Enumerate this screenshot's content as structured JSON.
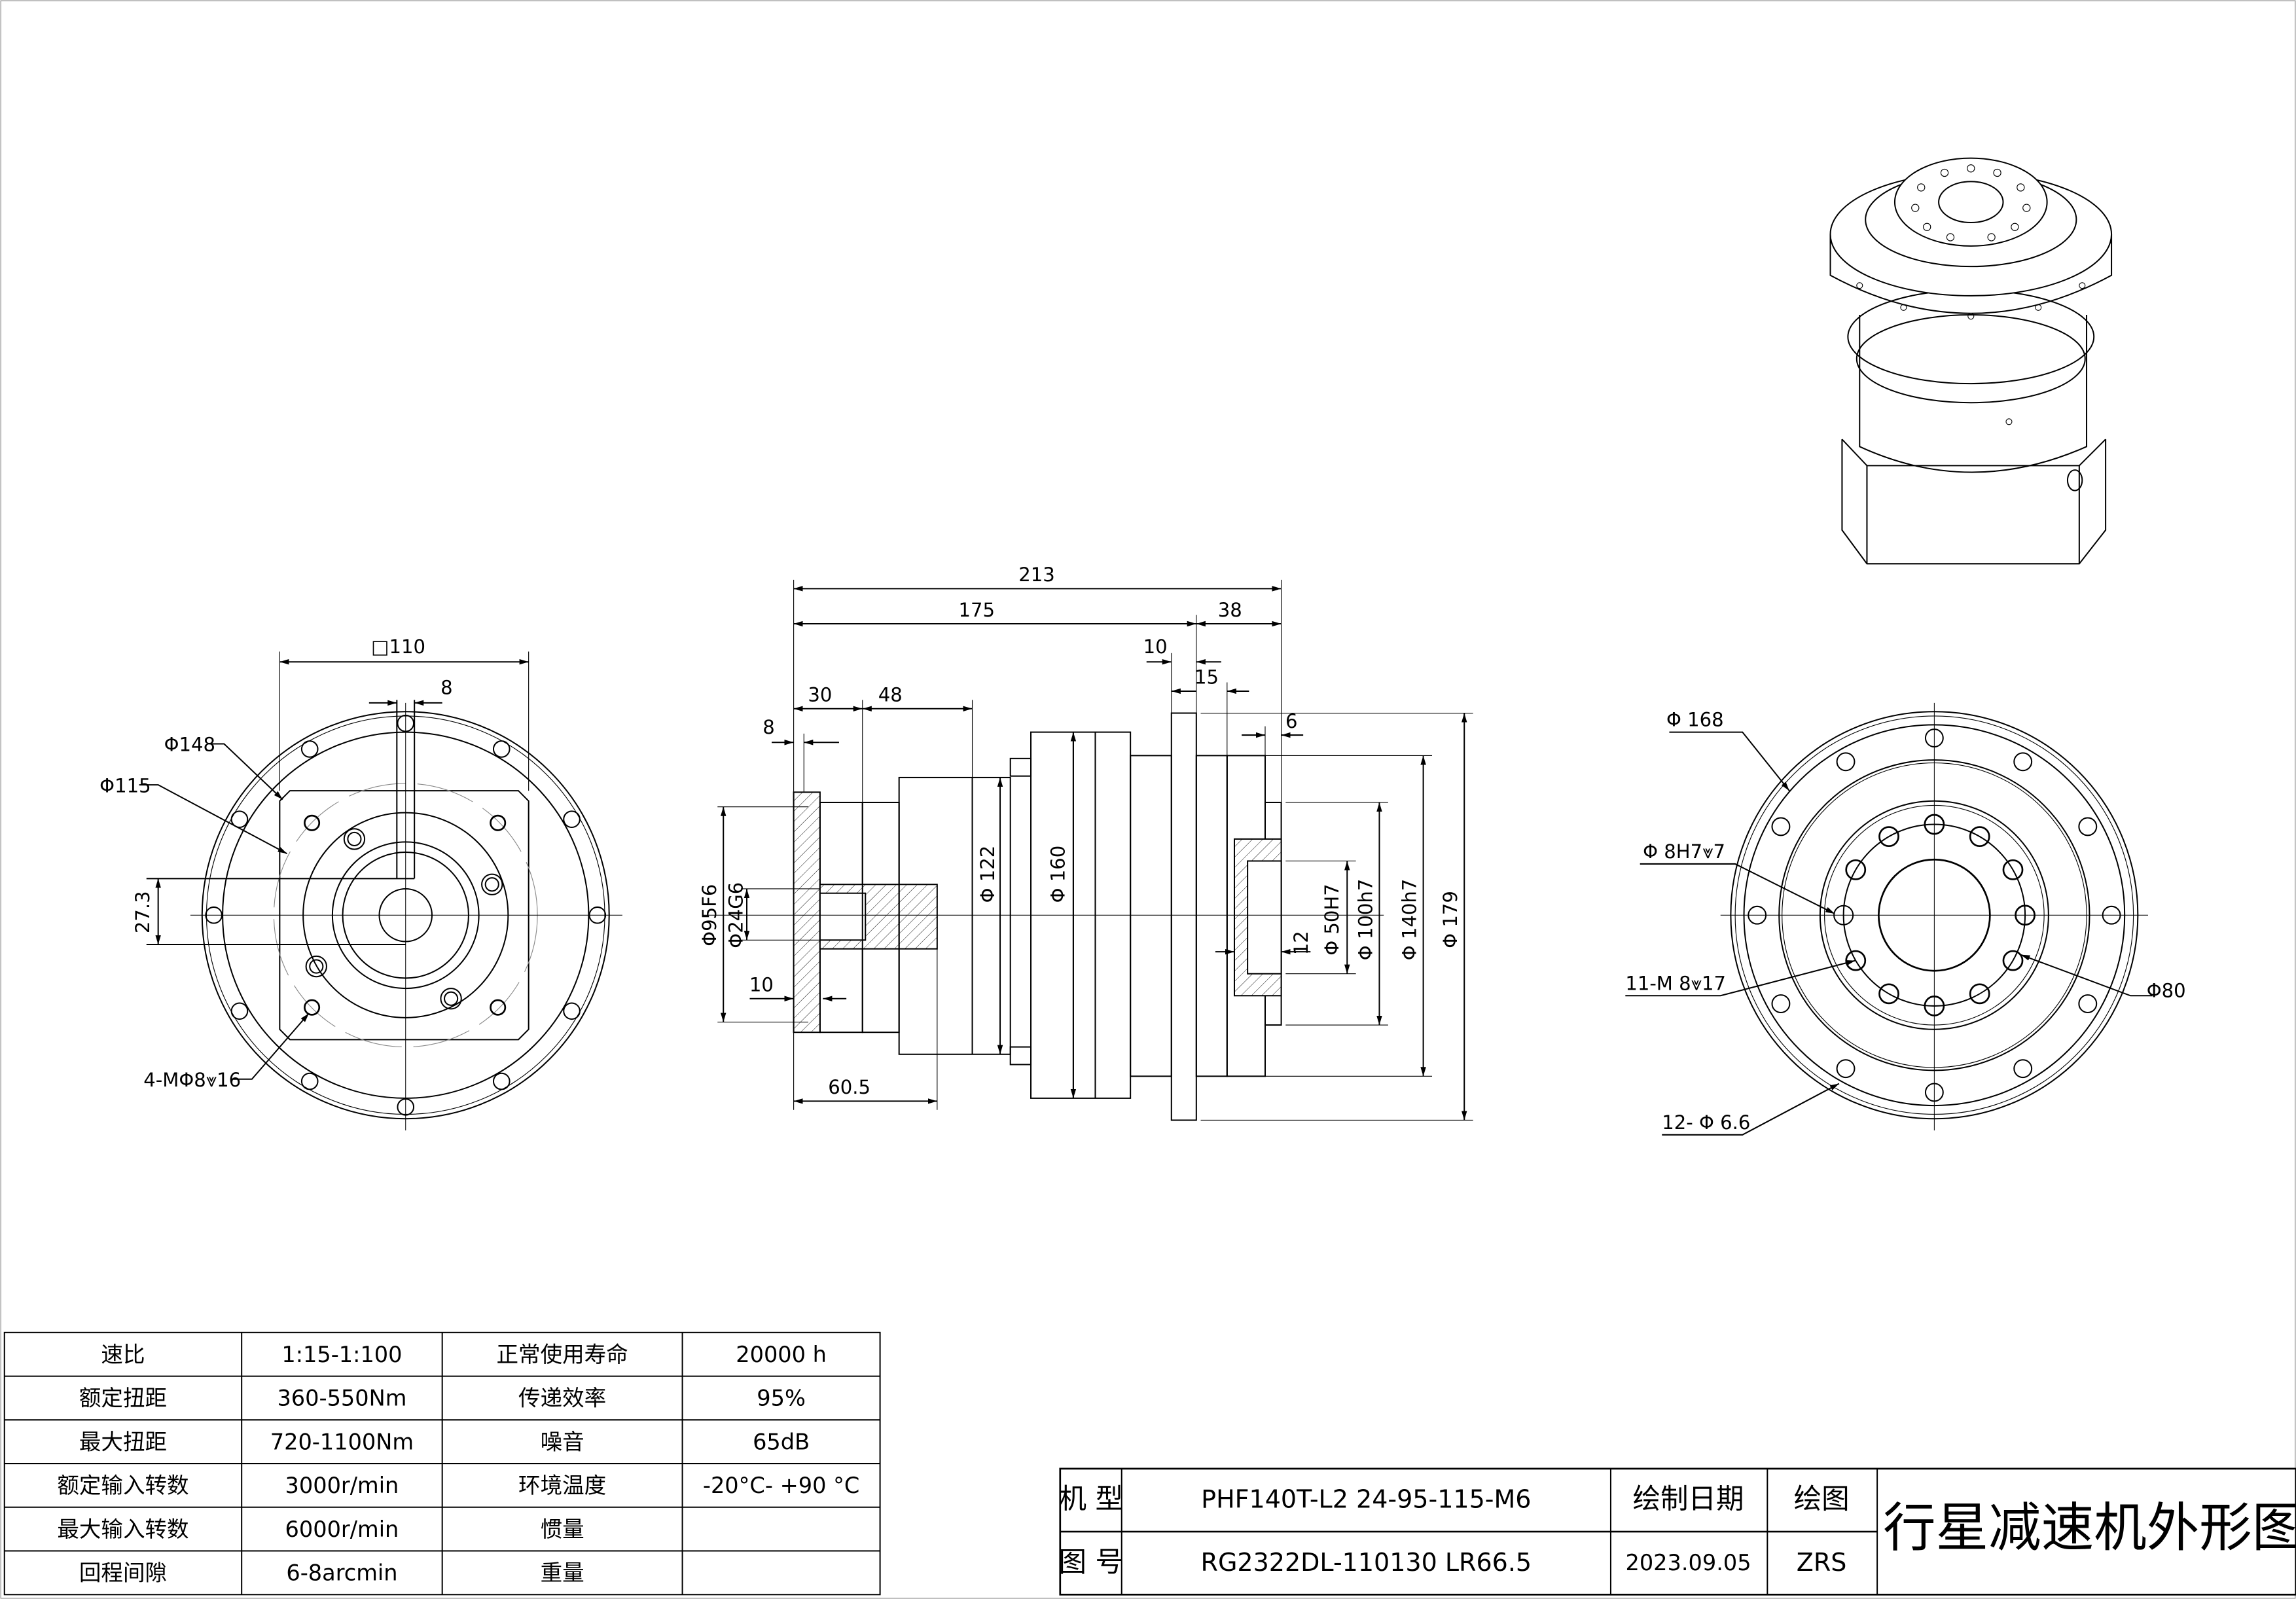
{
  "left_view": {
    "square_flange": "□110",
    "key_width": "8",
    "flange_dia": "Φ148",
    "pilot_dia": "Φ115",
    "key_height": "27.3",
    "mount_holes": "4-MΦ8⩔16"
  },
  "side_view": {
    "total_length": "213",
    "body_length": "175",
    "output_length": "38",
    "flange_thickness": "10",
    "output_step": "15",
    "output_recess": "6",
    "input_flange": "30",
    "adapter_length": "48",
    "input_lip": "8",
    "coupling_offset": "10",
    "input_depth": "60.5",
    "input_pilot_dia": "Φ95F6",
    "input_bore_dia": "Φ24G6",
    "body_dia_122": "Φ 122",
    "body_dia_160": "Φ 160",
    "output_bore": "Φ 50H7",
    "output_pilot_100": "Φ 100h7",
    "output_pilot_140": "Φ 140h7",
    "flange_outer": "Φ 179",
    "output_depth": "12"
  },
  "front_view": {
    "outer_dia": "Φ 168",
    "pin_hole": "Φ 8H7⩔7",
    "tapped_holes": "11-M 8⩔17",
    "bolt_circle": "Φ80",
    "through_holes": "12- Φ 6.6"
  },
  "spec_table": {
    "rows": [
      [
        "速比",
        "1:15-1:100",
        "正常使用寿命",
        "20000  h"
      ],
      [
        "额定扭距",
        "360-550Nm",
        "传递效率",
        "95%"
      ],
      [
        "最大扭距",
        "720-1100Nm",
        "噪音",
        "65dB"
      ],
      [
        "额定输入转数",
        "3000r/min",
        "环境温度",
        "-20°C- +90 °C"
      ],
      [
        "最大输入转数",
        "6000r/min",
        "惯量",
        ""
      ],
      [
        "回程间隙",
        "6-8arcmin",
        "重量",
        ""
      ]
    ]
  },
  "title_block": {
    "model_label": "机 型",
    "model_value": "PHF140T-L2  24-95-115-M6",
    "drawing_no_label": "图 号",
    "drawing_no_value": "RG2322DL-110130  LR66.5",
    "date_label": "绘制日期",
    "date_value": "2023.09.05",
    "drawer_label": "绘图",
    "drawer_value": "ZRS",
    "drawing_title": "行星减速机外形图"
  }
}
